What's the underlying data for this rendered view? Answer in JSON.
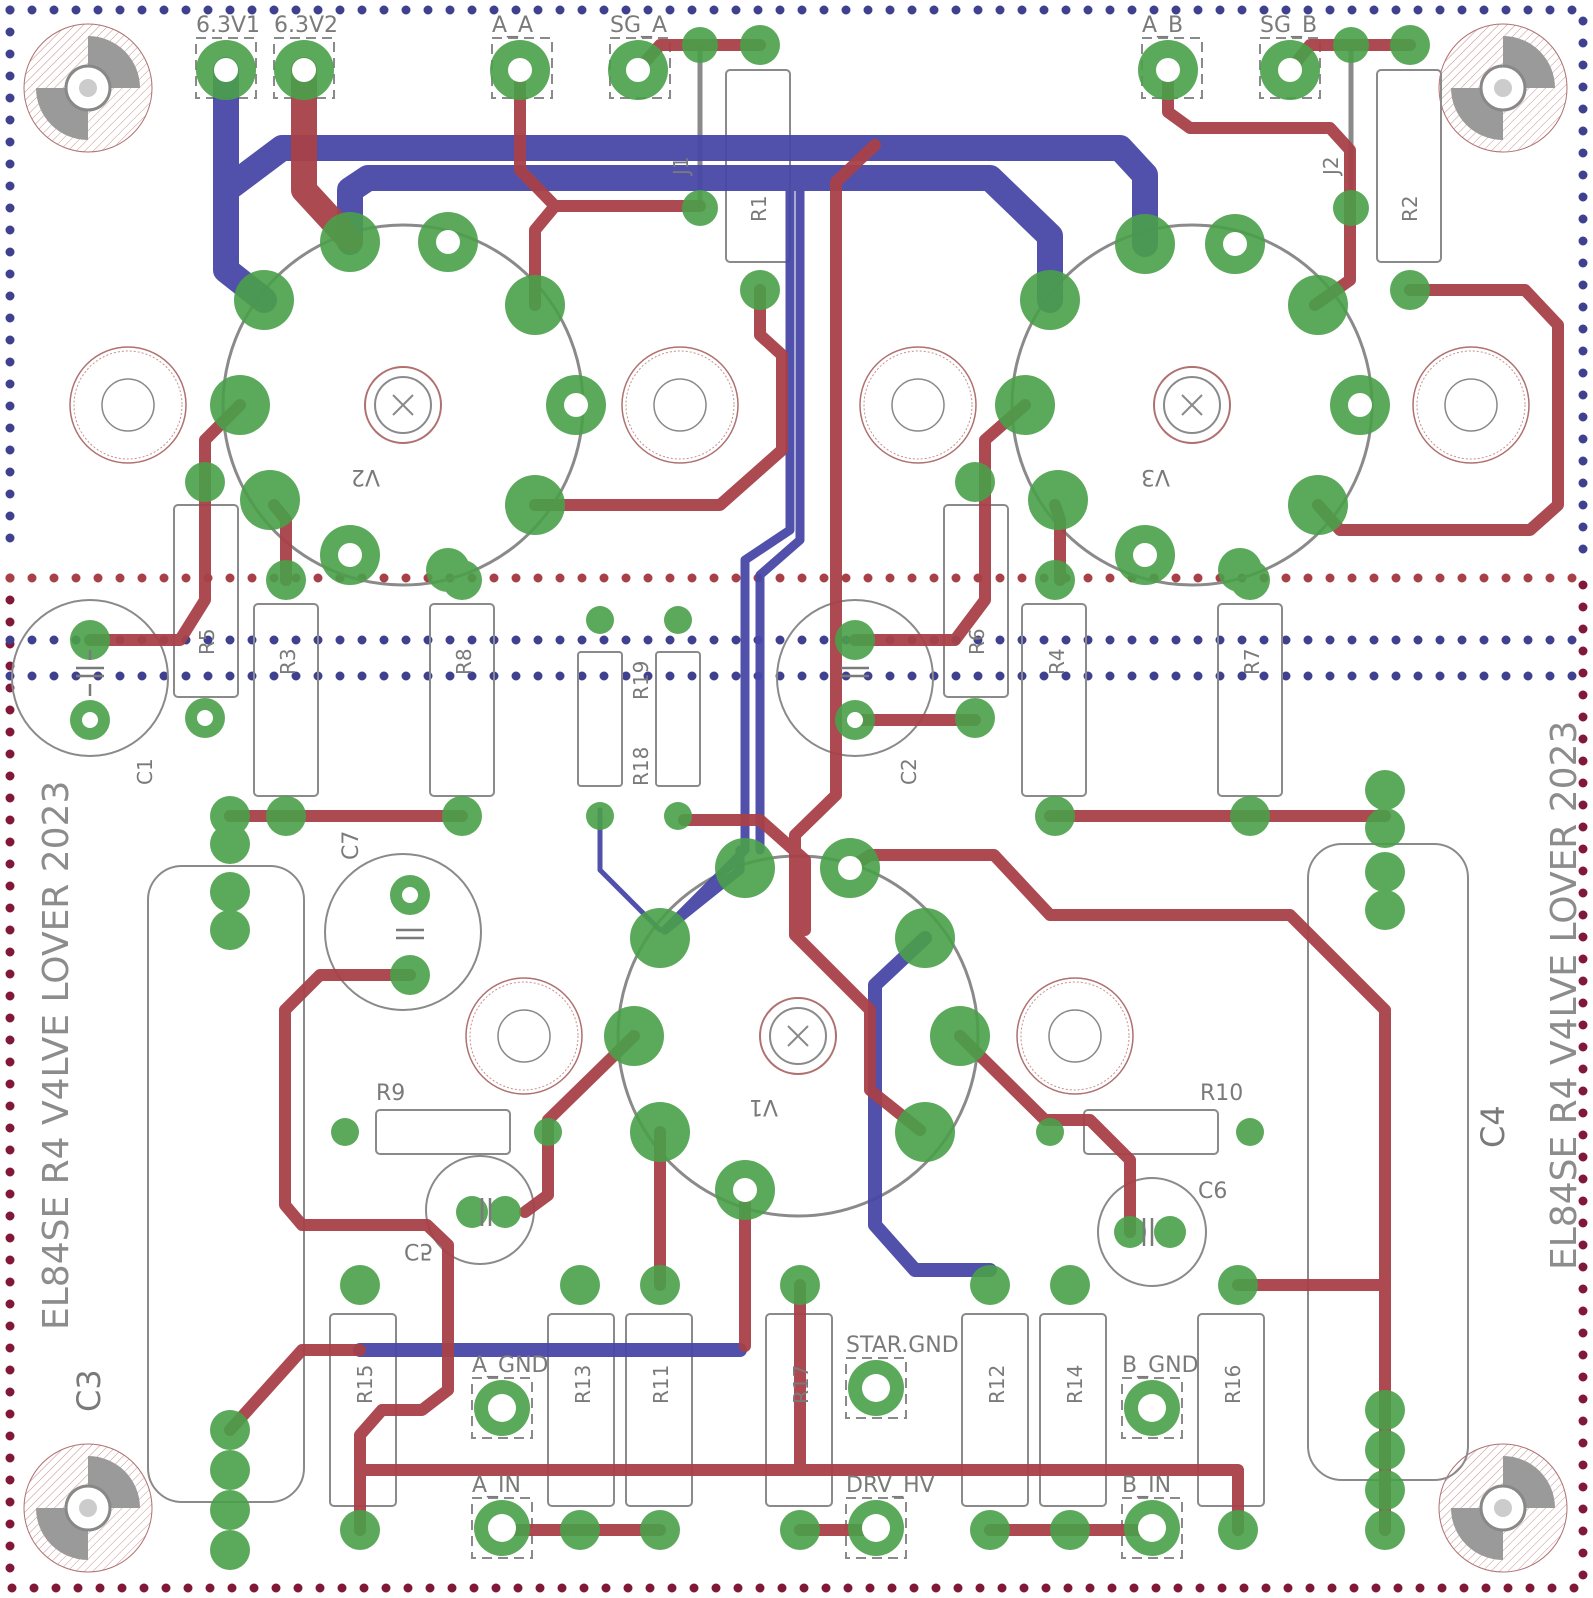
{
  "colors": {
    "top_trace": "#a84048",
    "bottom_trace": "#4848a8",
    "pad": "#4aa04a",
    "silkscreen": "#7a7a7a",
    "border_blue": "#404090",
    "border_red": "#801838",
    "mount_hatch": "#b07070"
  },
  "board": {
    "title_left": "EL84SE R4 V4LVE LOVER 2023",
    "title_right": "EL84SE R4 V4LVE LOVER 2023"
  },
  "tubes": {
    "v1": "V1",
    "v2": "V2",
    "v3": "V3"
  },
  "connectors": {
    "h1": "6.3V1",
    "h2": "6.3V2",
    "a_a": "A_A",
    "sg_a": "SG_A",
    "a_b": "A_B",
    "sg_b": "SG_B",
    "a_gnd": "A_GND",
    "star_gnd": "STAR.GND",
    "b_gnd": "B_GND",
    "a_in": "A_IN",
    "drv_hv": "DRV_HV",
    "b_in": "B_IN",
    "j1": "J1",
    "j2": "J2"
  },
  "capacitors": {
    "c1": "C1",
    "c2": "C2",
    "c3": "C3",
    "c4": "C4",
    "c5": "C5",
    "c6": "C6",
    "c7": "C7"
  },
  "resistors": {
    "r1": "R1",
    "r2": "R2",
    "r3": "R3",
    "r4": "R4",
    "r5": "R5",
    "r6": "R6",
    "r7": "R7",
    "r8": "R8",
    "r9": "R9",
    "r10": "R10",
    "r11": "R11",
    "r12": "R12",
    "r13": "R13",
    "r14": "R14",
    "r15": "R15",
    "r16": "R16",
    "r17": "R17",
    "r18": "R18",
    "r19": "R19"
  }
}
